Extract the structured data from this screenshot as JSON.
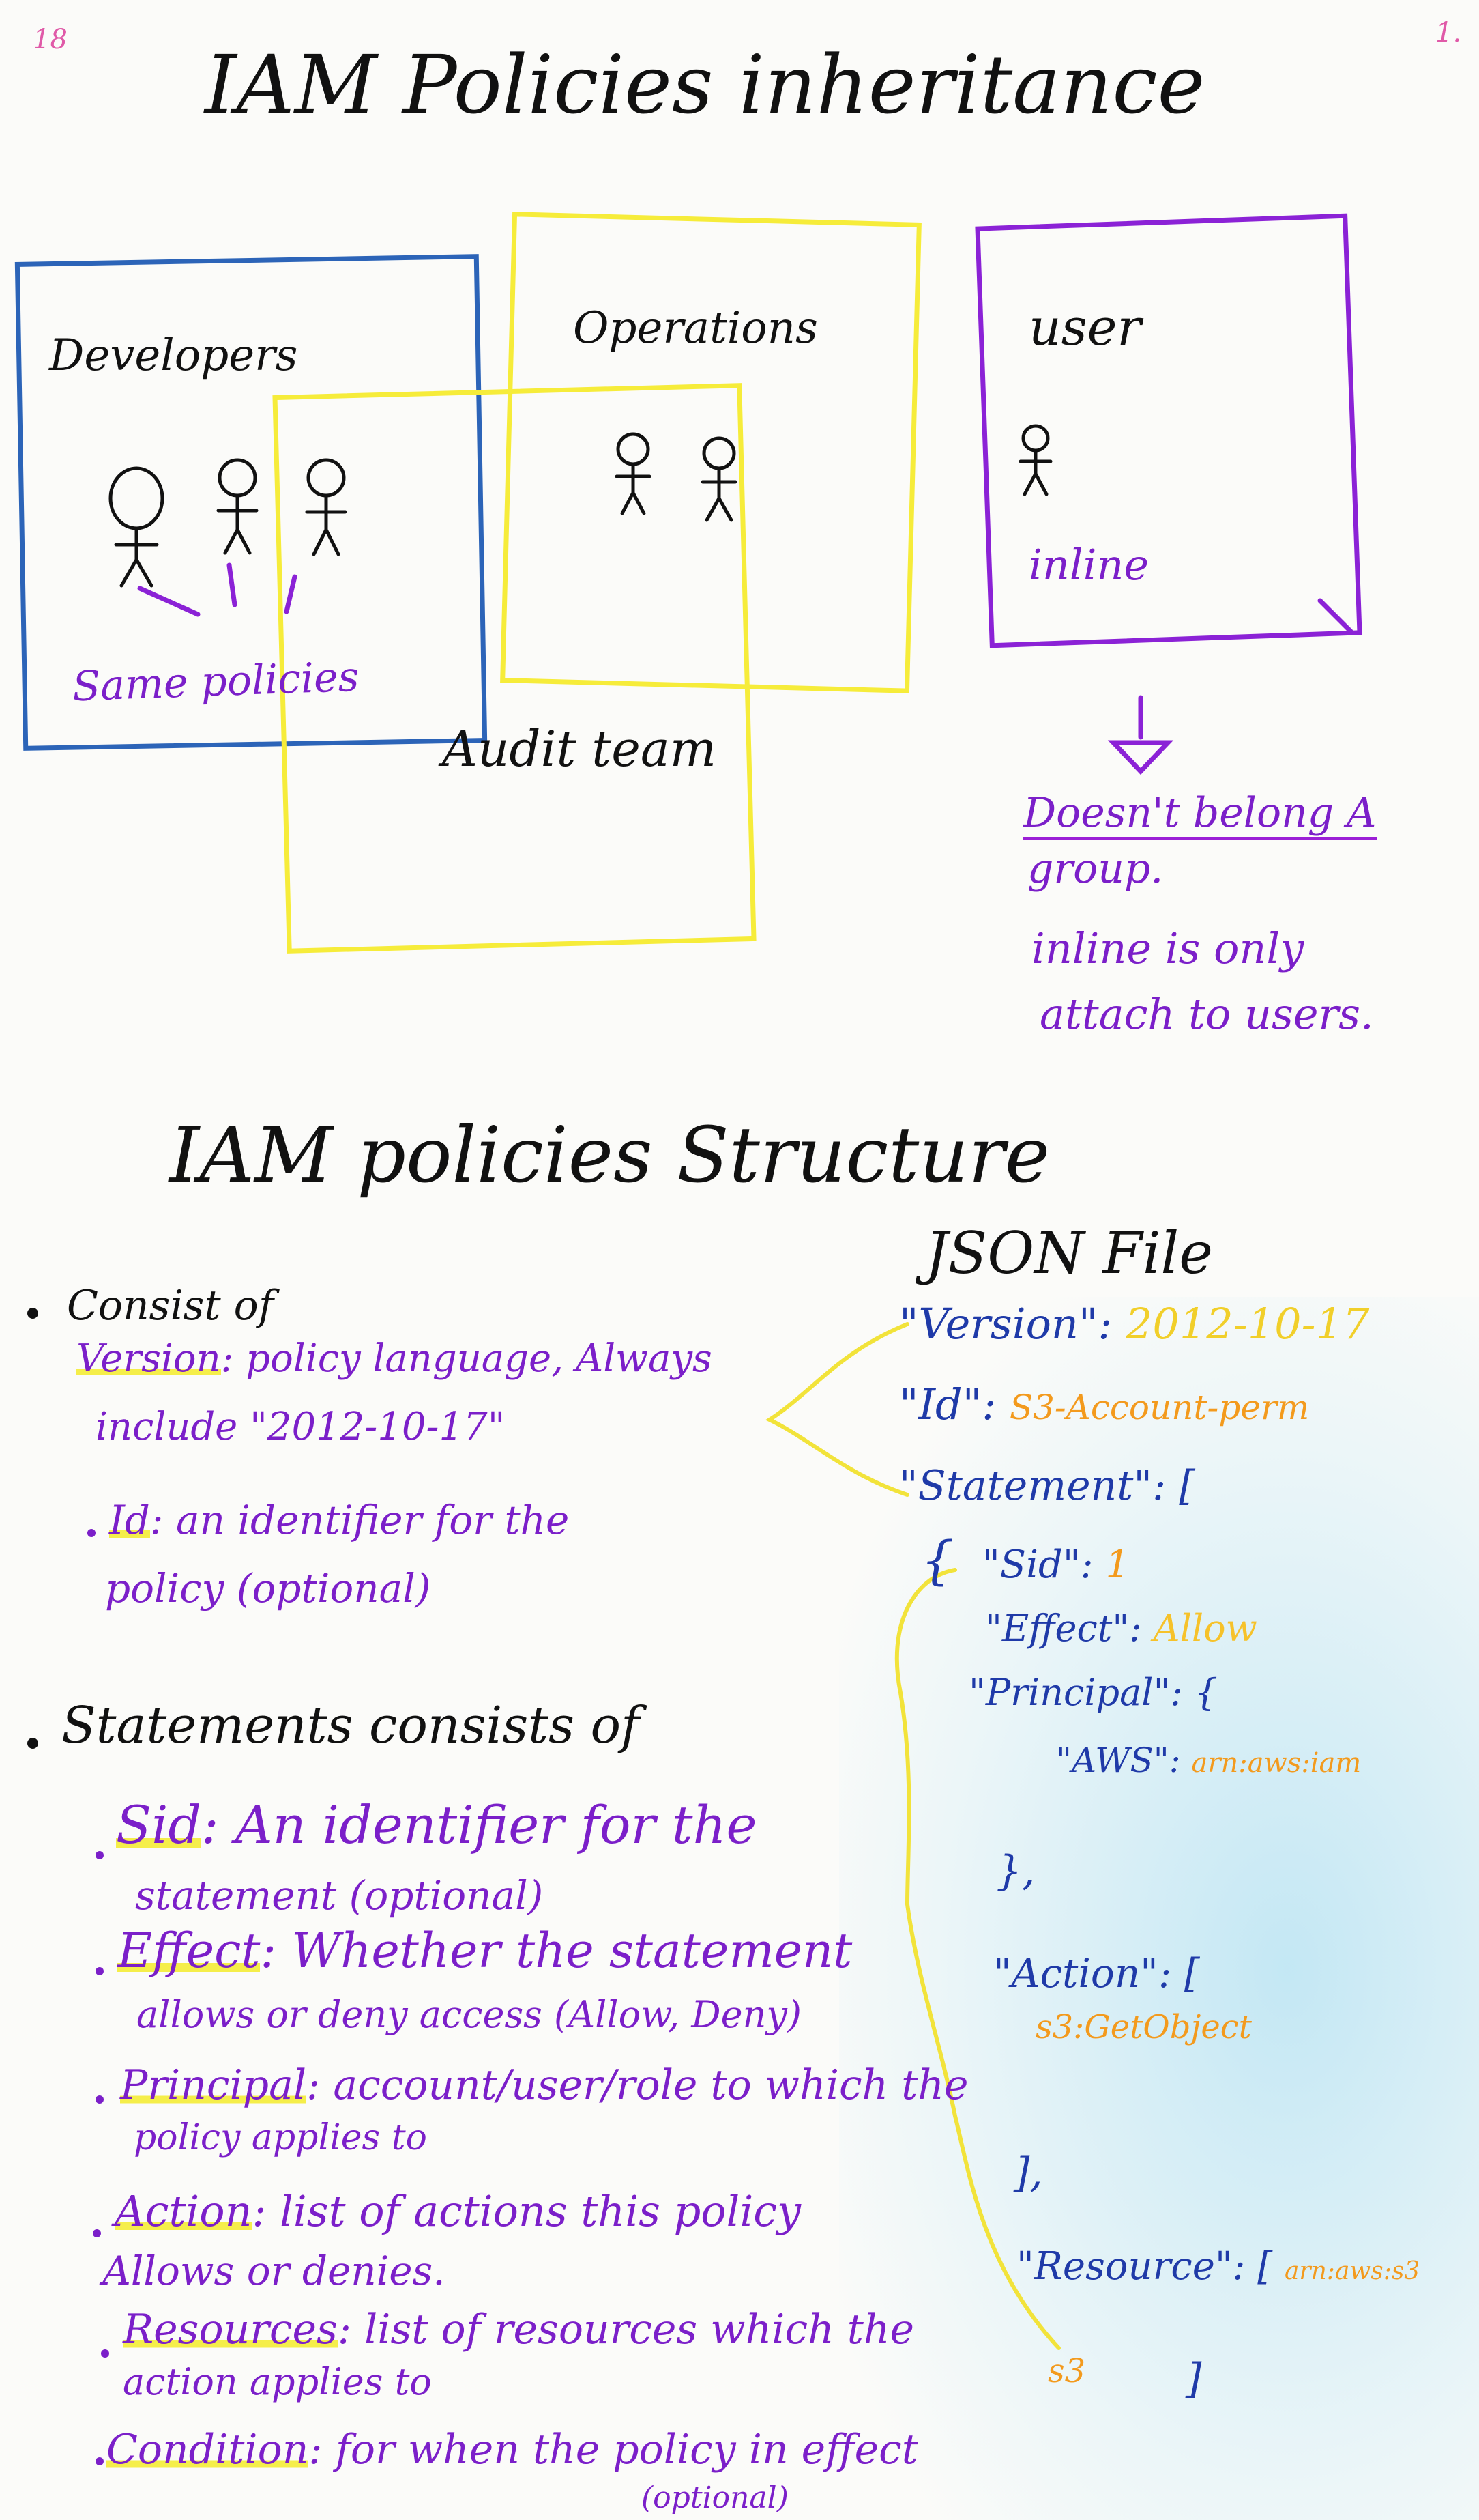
{
  "corner_marks": {
    "left": "18",
    "right": "1."
  },
  "section1": {
    "title": "IAM Policies inheritance",
    "groups": {
      "developers": "Developers",
      "operations": "Operations",
      "user": "user",
      "audit": "Audit team"
    },
    "labels": {
      "same_policies": "Same policies",
      "inline": "inline",
      "note_line1": "Doesn't belong A",
      "note_line2": "group.",
      "note_line3": "inline is only",
      "note_line4": "attach to users."
    }
  },
  "section2": {
    "title": "IAM policies Structure",
    "json_heading": "JSON File",
    "consist_of": "Consist of",
    "version_key": "Version",
    "version_desc_1": ": policy language, Always",
    "version_desc_2": "include \"2012-10-17\"",
    "id_key": "Id",
    "id_desc_1": ": an identifier for the",
    "id_desc_2": "policy (optional)",
    "statements_heading": "Statements consists of",
    "sid_key": "Sid",
    "sid_desc_1": ": An identifier for the",
    "sid_desc_2": "statement (optional)",
    "effect_key": "Effect",
    "effect_desc_1": ": Whether the statement",
    "effect_desc_2": "allows or deny access (Allow, Deny)",
    "principal_key": "Principal",
    "principal_desc_1": ": account/user/role to which the",
    "principal_desc_2": "policy applies to",
    "action_key": "Action",
    "action_desc_1": ": list of actions this policy",
    "action_desc_2": "Allows or denies.",
    "resources_key": "Resources",
    "resources_desc_1": ": list of resources which the",
    "resources_desc_2": "action applies to",
    "condition_key": "Condition",
    "condition_desc_1": ": for when the policy in effect",
    "condition_desc_2": "(optional)"
  },
  "json_file": {
    "version_key": "\"Version\":",
    "version_val": "2012-10-17",
    "id_key": "\"Id\":",
    "id_val": "S3-Account-perm",
    "statement_key": "\"Statement\": [",
    "open_brace": "{",
    "sid_key": "\"Sid\":",
    "sid_val": "1",
    "effect_key": "\"Effect\":",
    "effect_val": "Allow",
    "principal_key": "\"Principal\": {",
    "aws_key": "\"AWS\":",
    "aws_val": "arn:aws:iam",
    "close_brace": "},",
    "action_key": "\"Action\": [",
    "action_val": "s3:GetObject",
    "close_bracket": "],",
    "resource_key": "\"Resource\": [",
    "resource_val": "arn:aws:s3",
    "resource_val2": "s3",
    "final_bracket": "]"
  },
  "colors": {
    "ink_black": "#111111",
    "ink_purple": "#7b1fc9",
    "ink_blue": "#1f3aa8",
    "ink_orange": "#f39a1d",
    "ink_yellow": "#f4e23a",
    "box_blue": "#2c64b8",
    "highlighter": "#f5ee4a",
    "paper": "#fbfbf9"
  }
}
